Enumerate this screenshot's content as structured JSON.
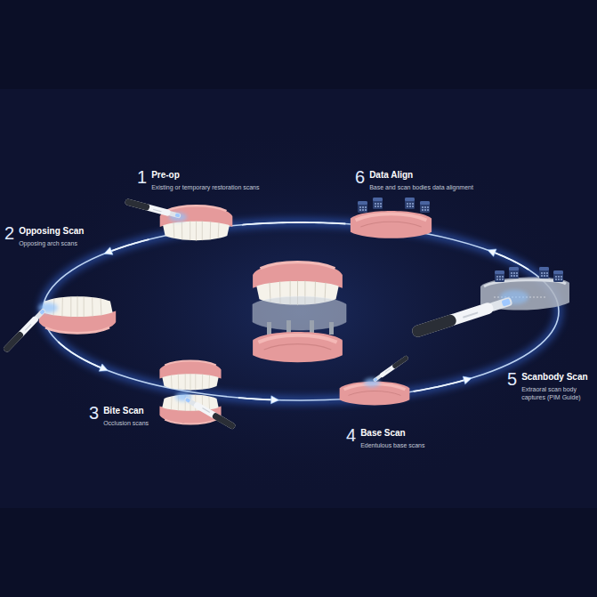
{
  "diagram": {
    "nodes": [
      {
        "text": [
          "1",
          "Pre-op",
          "Existing or temporary restoration scans"
        ]
      },
      {
        "text": [
          "2",
          "Opposing Scan",
          "Opposing arch scans"
        ]
      },
      {
        "text": [
          "3",
          "Bite Scan",
          "Occlusion scans"
        ]
      },
      {
        "text": [
          "4",
          "Base Scan",
          "Edentulous base scans"
        ]
      },
      {
        "text": [
          "5",
          "Scanbody Scan",
          "Extraoral scan body captures (PIM Guide)"
        ]
      },
      {
        "text": [
          "6",
          "Data Align",
          "Base and scan bodies data alignment"
        ]
      }
    ],
    "edges": [
      {
        "from": 0,
        "to": 1,
        "arrow": "to"
      },
      {
        "from": 1,
        "to": 2,
        "arrow": "to"
      },
      {
        "from": 2,
        "to": 3,
        "arrow": "to"
      },
      {
        "from": 3,
        "to": 4,
        "arrow": "to"
      },
      {
        "from": 4,
        "to": 5,
        "arrow": "to"
      },
      {
        "from": 5,
        "to": 0,
        "arrow": "none"
      }
    ]
  }
}
